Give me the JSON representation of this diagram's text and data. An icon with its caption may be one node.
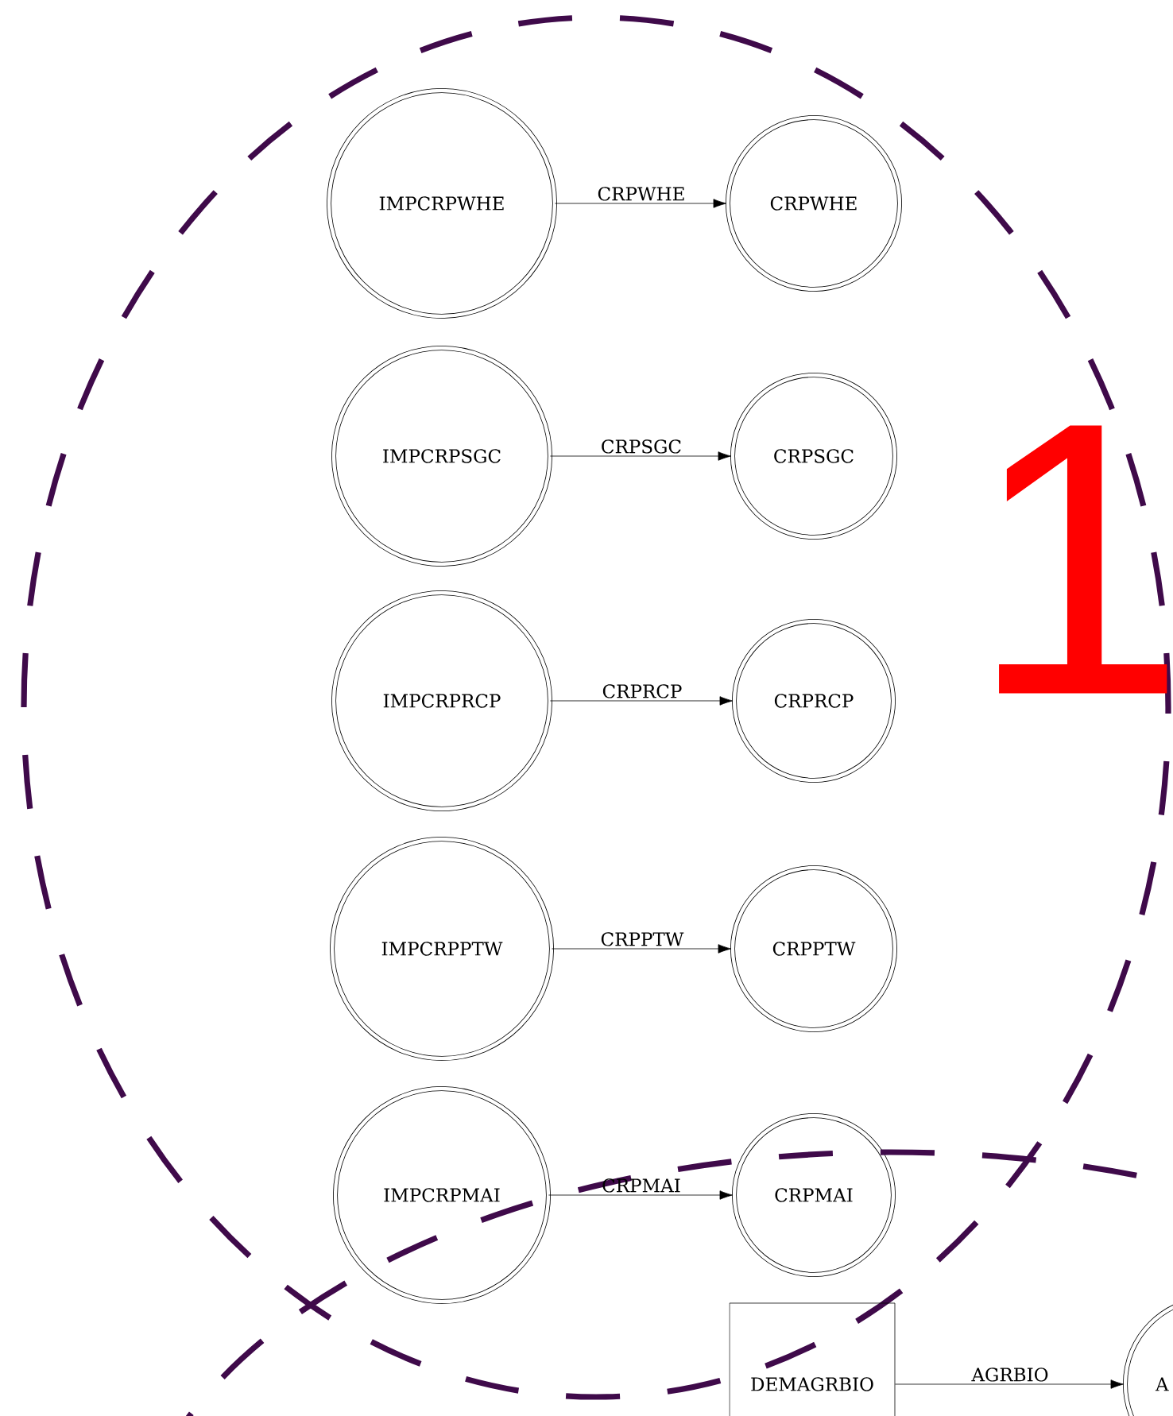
{
  "diagram": {
    "nodes": [
      {
        "text": [],
        "shape": "ellipse"
      },
      {
        "text": [
          "IMPCRPWHE"
        ],
        "in": 0
      },
      {
        "text": [
          "CRPWHE"
        ],
        "in": 0
      },
      {
        "text": [
          "IMPCRPSGC"
        ],
        "in": 0
      },
      {
        "text": [
          "CRPSGC"
        ],
        "in": 0
      },
      {
        "text": [
          "IMPCRPRCP"
        ],
        "in": 0
      },
      {
        "text": [
          "CRPRCP"
        ],
        "in": 0
      },
      {
        "text": [
          "IMPCRPPTW"
        ],
        "in": 0
      },
      {
        "text": [
          "CRPPTW"
        ],
        "in": 0
      },
      {
        "text": [
          "IMPCRPMAI"
        ],
        "in": 0
      },
      {
        "text": [
          "CRPMAI"
        ],
        "in": 0
      },
      {
        "text": [],
        "shape": "ellipse"
      },
      {
        "text": [
          "DEMAGRBIO"
        ],
        "in": 11
      },
      {
        "text": [
          "A"
        ],
        "in": 11
      }
    ],
    "edges": [
      {
        "from": 1,
        "to": 2,
        "arrow": "to",
        "label": "CRPWHE"
      },
      {
        "from": 3,
        "to": 4,
        "arrow": "to",
        "label": "CRPSGC"
      },
      {
        "from": 5,
        "to": 6,
        "arrow": "to",
        "label": "CRPRCP"
      },
      {
        "from": 7,
        "to": 8,
        "arrow": "to",
        "label": "CRPPTW"
      },
      {
        "from": 9,
        "to": 10,
        "arrow": "to",
        "label": "CRPMAI"
      },
      {
        "from": 12,
        "to": 13,
        "arrow": "to",
        "label": "AGRBIO"
      }
    ],
    "labels": [
      "1"
    ]
  }
}
